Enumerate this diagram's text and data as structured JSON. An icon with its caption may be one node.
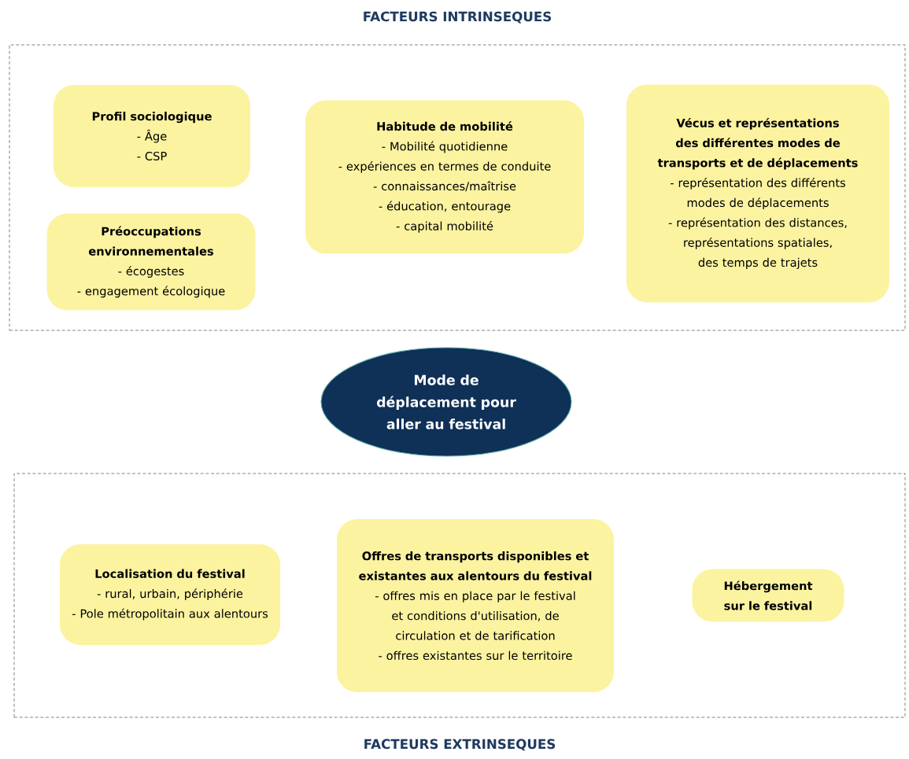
{
  "diagram": {
    "nodes": [
      {
        "text": [
          "FACTEURS INTRINSEQUES"
        ]
      },
      {
        "text": [
          "Profil sociologique",
          "- Âge",
          "- CSP"
        ],
        "in": 0
      },
      {
        "text": [
          "Habitude de mobilité",
          "- Mobilité quotidienne",
          "- expériences en termes de conduite",
          "- connaissances/maîtrise",
          "- éducation, entourage",
          "- capital mobilité"
        ],
        "in": 0
      },
      {
        "text": [
          "Vécus et représentations des différentes modes de transports et de déplacements",
          "- représentation des différents modes de déplacements",
          "- représentation des distances, représentations spatiales, des temps de trajets"
        ],
        "in": 0
      },
      {
        "text": [
          "Préoccupations environnementales",
          "- écogestes",
          "- engagement écologique"
        ],
        "in": 0
      },
      {
        "text": [
          "Mode de déplacement pour aller au festival"
        ]
      },
      {
        "text": [
          "FACTEURS EXTRINSEQUES"
        ]
      },
      {
        "text": [
          "Localisation du festival",
          "- rural, urbain, périphérie",
          "- Pole métropolitain aux alentours"
        ],
        "in": 6
      },
      {
        "text": [
          "Offres de transports disponibles et existantes aux alentours du festival",
          "- offres mis en place par le festival et conditions d'utilisation, de circulation et de tarification",
          "- offres existantes sur le territoire"
        ],
        "in": 6
      },
      {
        "text": [
          "Hébergement sur le festival"
        ],
        "in": 6
      }
    ]
  }
}
